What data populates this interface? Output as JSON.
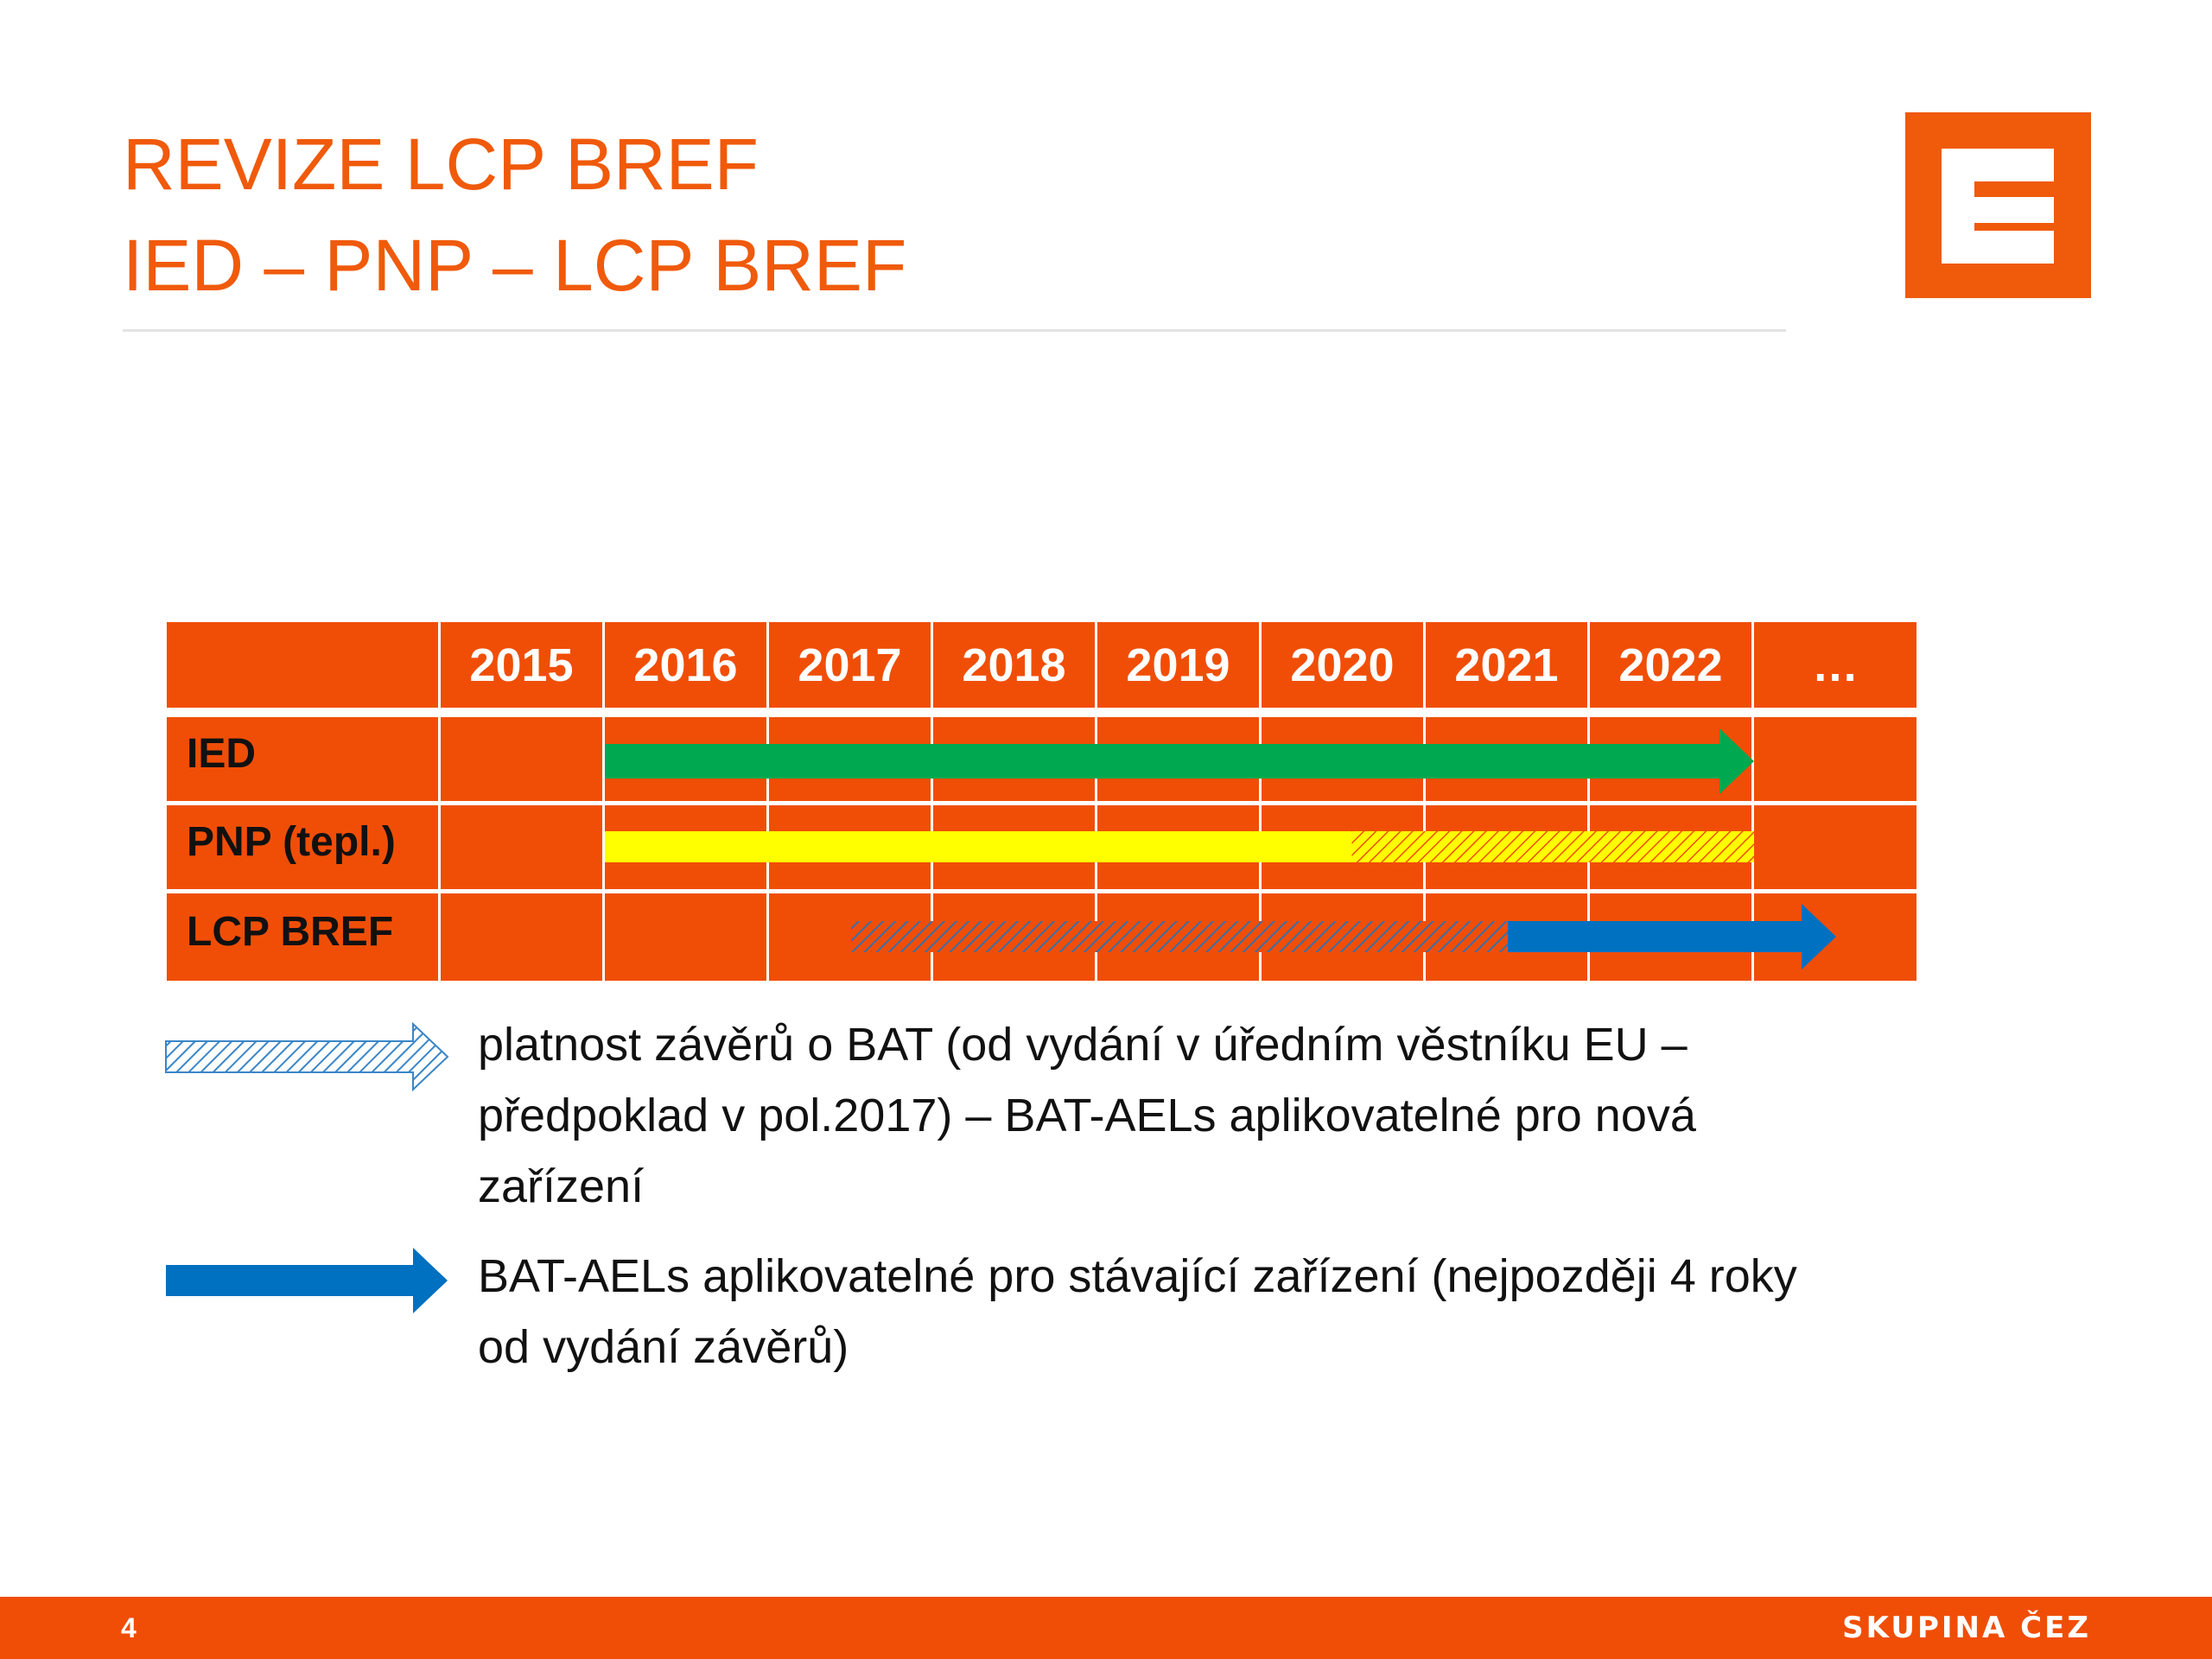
{
  "title": {
    "line1": "REVIZE LCP BREF",
    "line2": "IED – PNP – LCP BREF"
  },
  "logo": {
    "icon": "cez-logo-icon",
    "color": "#f05a0b"
  },
  "colors": {
    "accent": "#f05a0b",
    "table_orange": "#f04e06",
    "ied_green": "#00a84f",
    "pnp_yellow": "#ffff00",
    "bref_blue": "#0070c0"
  },
  "timeline": {
    "years": [
      "2015",
      "2016",
      "2017",
      "2018",
      "2019",
      "2020",
      "2021",
      "2022",
      "…"
    ],
    "rows": [
      {
        "label": "IED"
      },
      {
        "label": "PNP (tepl.)"
      },
      {
        "label": "LCP BREF"
      }
    ]
  },
  "chart_data": {
    "type": "timeline",
    "categories": [
      "2015",
      "2016",
      "2017",
      "2018",
      "2019",
      "2020",
      "2021",
      "2022",
      "…"
    ],
    "series": [
      {
        "name": "IED",
        "segments": [
          {
            "start": 2016,
            "end": 2023,
            "style": "solid",
            "color": "#00a84f",
            "arrow": true
          }
        ]
      },
      {
        "name": "PNP (tepl.)",
        "segments": [
          {
            "start": 2016,
            "end": 2020.55,
            "style": "solid",
            "color": "#ffff00",
            "arrow": false
          },
          {
            "start": 2020.55,
            "end": 2023,
            "style": "hatched",
            "color": "#ffff00",
            "arrow": false
          }
        ]
      },
      {
        "name": "LCP BREF",
        "segments": [
          {
            "start": 2017.5,
            "end": 2021.5,
            "style": "hatched",
            "color": "#0070c0",
            "arrow": false
          },
          {
            "start": 2021.5,
            "end": 2023.5,
            "style": "solid",
            "color": "#0070c0",
            "arrow": true
          }
        ]
      }
    ]
  },
  "legend": [
    {
      "icon": "hatched-blue-arrow-icon",
      "text_line1": "platnost závěrů o BAT (od vydání v úředním věstníku EU –",
      "text_line2": "předpoklad v pol.2017) – BAT-AELs aplikovatelné pro nová",
      "text_line3": "zařízení"
    },
    {
      "icon": "solid-blue-arrow-icon",
      "text_line1": "BAT-AELs aplikovatelné pro stávající zařízení (nejpozději 4 roky",
      "text_line2": "od vydání závěrů)"
    }
  ],
  "footer": {
    "page_number": "4",
    "brand": "SKUPINA ČEZ"
  }
}
